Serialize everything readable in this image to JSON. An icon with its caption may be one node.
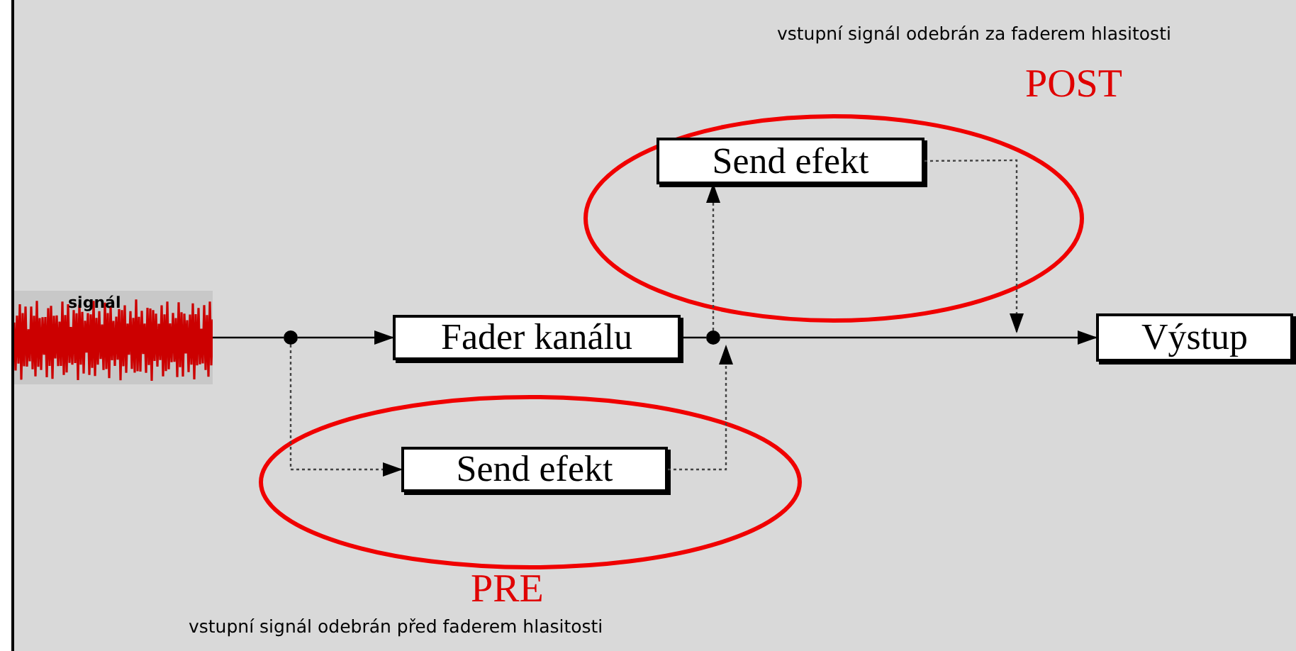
{
  "diagram": {
    "nodes": [
      {
        "text": [
          "POST"
        ]
      },
      {
        "text": [
          "Send efekt"
        ],
        "in": 0
      },
      {
        "text": [
          "signál"
        ]
      },
      {
        "text": [],
        "shape": "circle"
      },
      {
        "text": [
          "Fader kanálu"
        ]
      },
      {
        "text": [],
        "shape": "circle"
      },
      {
        "text": [
          "Výstup"
        ]
      },
      {
        "text": [
          "PRE"
        ]
      },
      {
        "text": [
          "Send efekt"
        ],
        "in": 7
      }
    ],
    "edges": [
      {
        "from": 2,
        "to": 3,
        "arrow": "none"
      },
      {
        "from": 3,
        "to": 4,
        "arrow": "to"
      },
      {
        "from": 3,
        "to": 8,
        "arrow": "to",
        "style": "dashed"
      },
      {
        "from": 4,
        "to": 5,
        "arrow": "none"
      },
      {
        "from": 5,
        "to": 6,
        "arrow": "to"
      },
      {
        "from": 5,
        "to": 1,
        "arrow": "to",
        "style": "dashed"
      },
      {
        "from": 1,
        "to": null,
        "arrow": "to",
        "style": "dashed"
      },
      {
        "from": 8,
        "to": 5,
        "arrow": "to",
        "style": "dashed"
      }
    ],
    "labels": [
      "vstupní signál odebrán za faderem hlasitosti",
      "vstupní signál odebrán před faderem hlasitosti"
    ]
  }
}
